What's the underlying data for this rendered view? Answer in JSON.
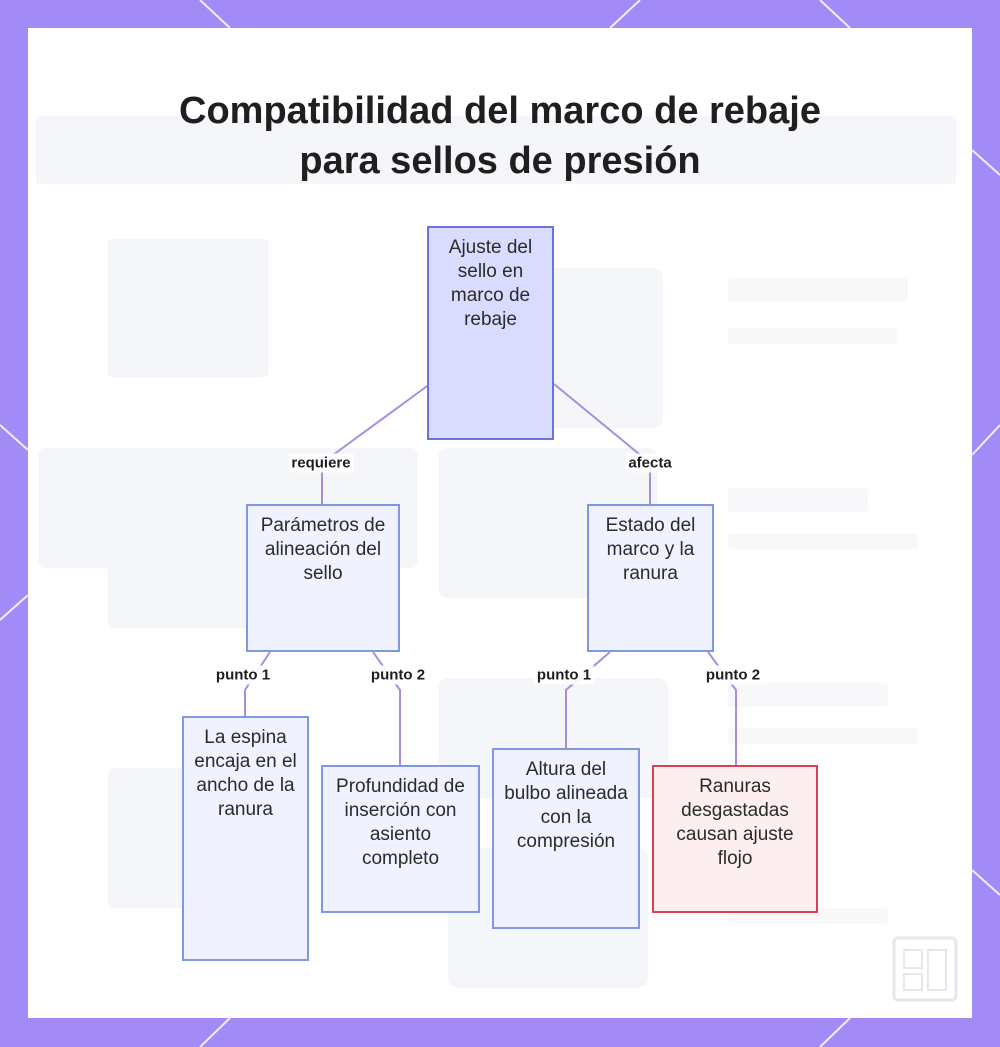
{
  "title": {
    "line1": "Compatibilidad del marco de rebaje",
    "line2": "para sellos de presión"
  },
  "nodes": {
    "root": "Ajuste del sello en marco de rebaje",
    "left": "Parámetros de alineación del sello",
    "right": "Estado del marco y la ranura",
    "ll": "La espina encaja en el ancho de la ranura",
    "lr": "Profundidad de inserción con asiento completo",
    "rl": "Altura del bulbo alineada con la compresión",
    "rr": "Ranuras desgastadas causan ajuste flojo"
  },
  "edge_labels": {
    "root_left": "requiere",
    "root_right": "afecta",
    "left_ll": "punto 1",
    "left_lr": "punto 2",
    "right_rl": "punto 1",
    "right_rr": "punto 2"
  },
  "colors": {
    "frame": "#a28af7",
    "node_fill": "#f0f2ff",
    "node_border": "#7f98e0",
    "root_fill": "#d9dcff",
    "root_border": "#6c72e2",
    "warn_fill": "#fdeff0",
    "warn_border": "#d54351",
    "edge": "#a98ee0"
  }
}
